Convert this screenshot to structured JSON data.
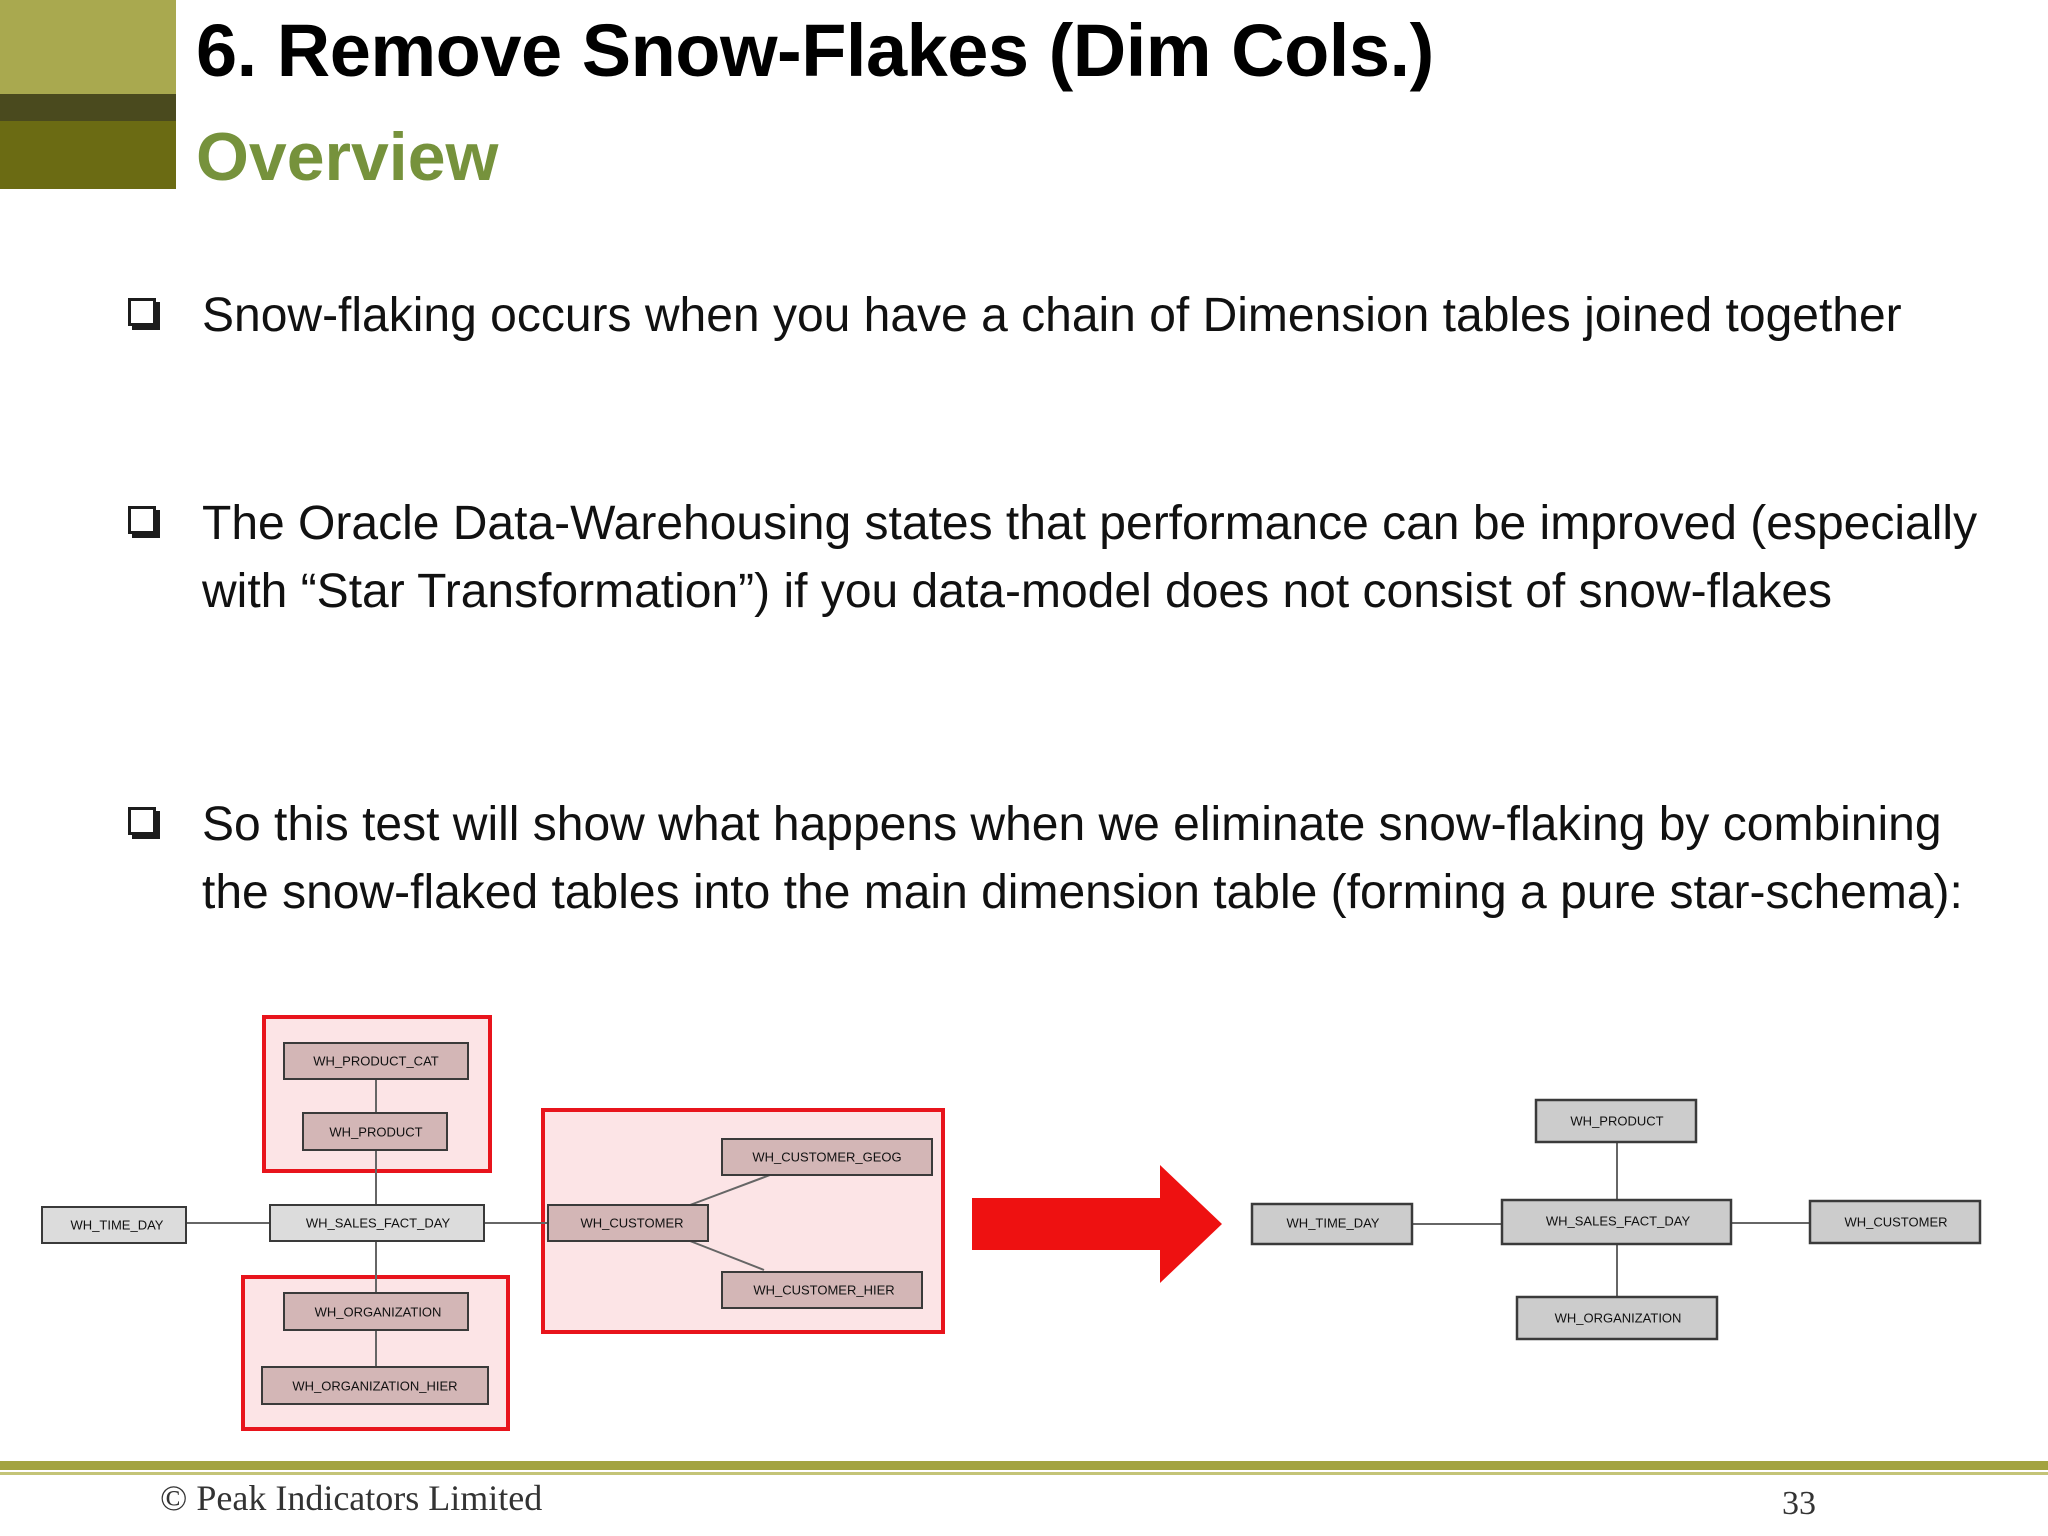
{
  "slide": {
    "title": "6. Remove Snow-Flakes (Dim Cols.)",
    "subtitle": "Overview",
    "bullets": [
      "Snow-flaking occurs when you have a chain of Dimension tables joined together",
      "The Oracle Data-Warehousing states that performance can be improved (especially with “Star Transformation”) if you data-model does not consist of snow-flakes",
      "So this test will show what happens when we eliminate snow-flaking by combining the snow-flaked tables into the main dimension table (forming a pure star-schema):"
    ],
    "footer": {
      "copyright": "© Peak Indicators Limited",
      "page_number": "33"
    }
  },
  "diagram": {
    "before": {
      "product_cat": "WH_PRODUCT_CAT",
      "product": "WH_PRODUCT",
      "time_day": "WH_TIME_DAY",
      "sales_fact": "WH_SALES_FACT_DAY",
      "customer": "WH_CUSTOMER",
      "customer_geog": "WH_CUSTOMER_GEOG",
      "customer_hier": "WH_CUSTOMER_HIER",
      "organization": "WH_ORGANIZATION",
      "organization_hier": "WH_ORGANIZATION_HIER"
    },
    "after": {
      "product": "WH_PRODUCT",
      "time_day": "WH_TIME_DAY",
      "sales_fact": "WH_SALES_FACT_DAY",
      "customer": "WH_CUSTOMER",
      "organization": "WH_ORGANIZATION"
    },
    "colors": {
      "highlight_border": "#e8141c",
      "highlight_fill": "#fce4e6",
      "table_fill_before": "#d3b6b6",
      "table_fill_after": "#cccccc",
      "arrow": "#ee1111"
    }
  }
}
